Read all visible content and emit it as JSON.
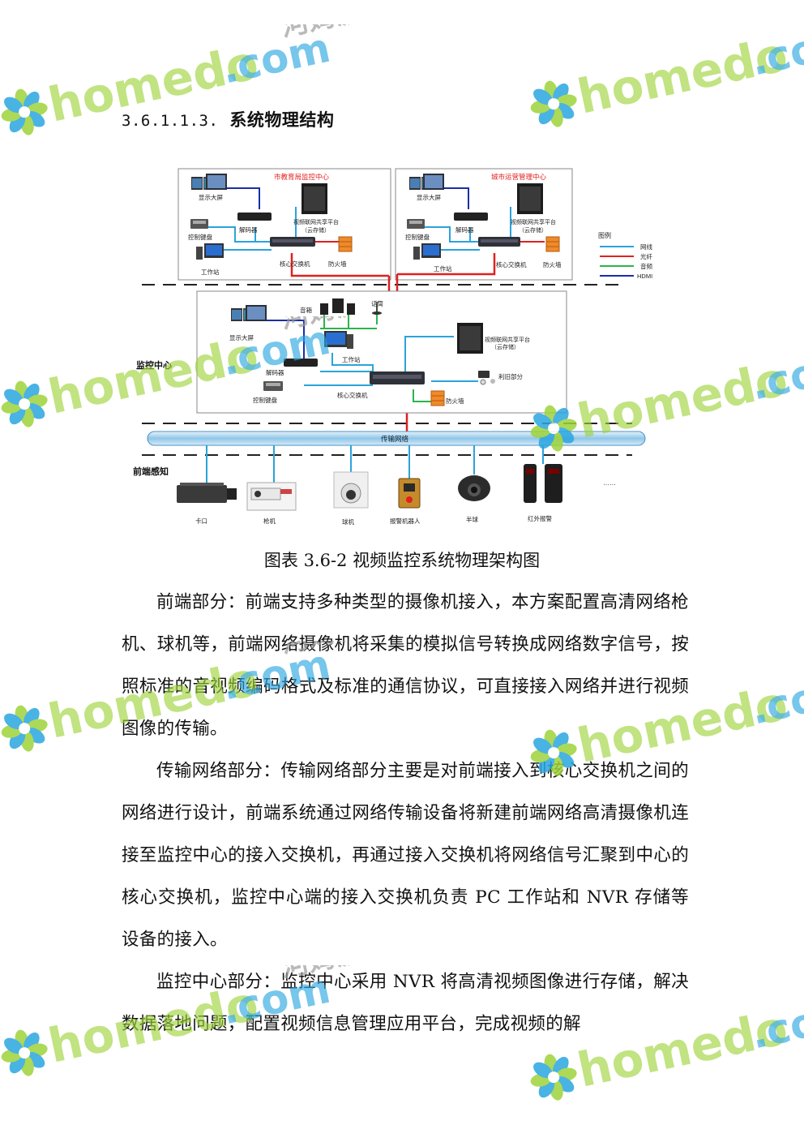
{
  "heading": {
    "number": "3.6.1.1.3.",
    "title": "系统物理结构"
  },
  "diagram": {
    "edu_center": {
      "title": "市教育局监控中心",
      "big_screen": "显示大屏",
      "keyboard": "控制键盘",
      "decoder": "解码器",
      "platform_line1": "视频联网共享平台",
      "platform_line2": "（云存储）",
      "core_switch": "核心交换机",
      "firewall": "防火墙",
      "workstation": "工作站"
    },
    "city_center": {
      "title": "城市运营管理中心",
      "big_screen": "显示大屏",
      "keyboard": "控制键盘",
      "decoder": "解码器",
      "platform_line1": "视频联网共享平台",
      "platform_line2": "（云存储）",
      "core_switch": "核心交换机",
      "firewall": "防火墙",
      "workstation": "工作站"
    },
    "legend": {
      "title": "图例",
      "items": [
        {
          "label": "网线",
          "color": "#2aa3dc"
        },
        {
          "label": "光纤",
          "color": "#e02020"
        },
        {
          "label": "音频",
          "color": "#2db34a"
        },
        {
          "label": "HDMI",
          "color": "#1a2ea8"
        }
      ]
    },
    "monitor_center": {
      "zone_label": "监控中心",
      "speaker": "音箱",
      "microphone": "话筒",
      "big_screen": "显示大屏",
      "workstation": "工作站",
      "platform_line1": "视频联网共享平台",
      "platform_line2": "（云存储）",
      "decoder": "解码器",
      "keyboard": "控制键盘",
      "core_switch": "核心交换机",
      "firewall": "防火墙",
      "legacy": "利旧部分"
    },
    "transport_label": "传输网络",
    "frontend": {
      "zone_label": "前端感知",
      "devices": [
        "卡口",
        "枪机",
        "球机",
        "报警机器人",
        "半球",
        "红外报警"
      ],
      "more": "……"
    }
  },
  "caption": "图表 3.6-2 视频监控系统物理架构图",
  "paragraphs": [
    "前端部分：前端支持多种类型的摄像机接入，本方案配置高清网络枪机、球机等，前端网络摄像机将采集的模拟信号转换成网络数字信号，按照标准的音视频编码格式及标准的通信协议，可直接接入网络并进行视频图像的传输。",
    "传输网络部分：传输网络部分主要是对前端接入到核心交换机之间的网络进行设计，前端系统通过网络传输设备将新建前端网络高清摄像机连接至监控中心的接入交换机，再通过接入交换机将网络信号汇聚到中心的核心交换机，监控中心端的接入交换机负责 PC 工作站和 NVR 存储等设备的接入。",
    "监控中心部分：监控中心采用 NVR 将高清视频图像进行存储，解决数据落地问题，配置视频信息管理应用平台，完成视频的解"
  ],
  "watermark": {
    "latin": "homedo",
    "dot": ".com",
    "cn": "河姆渡"
  },
  "colors": {
    "lan": "#2aa3dc",
    "fiber": "#e02020",
    "audio": "#2db34a",
    "hdmi": "#1a2ea8",
    "watermark_green": "#9ed33a",
    "watermark_blue": "#2aa6e0"
  }
}
